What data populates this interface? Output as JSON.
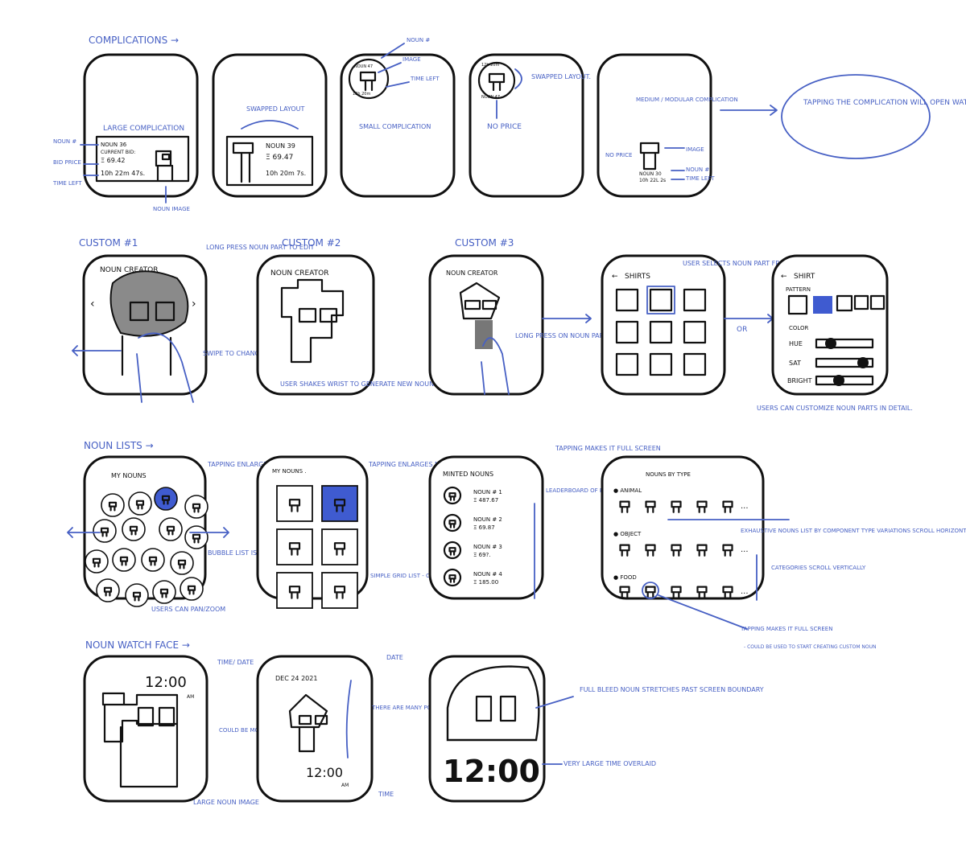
{
  "sections": {
    "complications": "COMPLICATIONS →",
    "custom1": "CUSTOM #1",
    "custom2": "CUSTOM #2",
    "custom3": "CUSTOM #3",
    "noun_lists": "NOUN LISTS →",
    "watch_face": "NOUN WATCH FACE →"
  },
  "row1": {
    "w1": {
      "title": "LARGE COMPLICATION",
      "noun": "NOUN 36",
      "current_bid": "CURRENT BID:",
      "price": "Ξ 69.42",
      "time": "10h 22m 47s.",
      "ann_noun": "NOUN #",
      "ann_bid": "BID PRICE",
      "ann_time": "TIME LEFT",
      "ann_image": "NOUN IMAGE"
    },
    "w2": {
      "swapped": "SWAPPED LAYOUT",
      "noun": "NOUN 39",
      "price": "Ξ 69.47",
      "time": "10h 20m 7s."
    },
    "w3": {
      "noun_tag": "NOUN #",
      "image_tag": "IMAGE",
      "time_tag": "TIME LEFT",
      "title": "SMALL COMPLICATION",
      "circle_top": "NOUN 47",
      "circle_bottom": "12h 20m"
    },
    "w4": {
      "swapped": "SWAPPED LAYOUT.",
      "no_price": "NO PRICE",
      "circle_top": "12h 20m",
      "circle_bottom": "NOUN 47"
    },
    "w5": {
      "title": "MEDIUM / MODULAR COMPLICATION",
      "no_price": "NO PRICE",
      "image_tag": "IMAGE",
      "noun_tag": "NOUN #",
      "time_tag": "TIME LEFT",
      "noun": "NOUN 30",
      "time": "10h 22L 2s"
    },
    "bubble": "TAPPING THE COMPLICATION WILL OPEN WATCH APP."
  },
  "row2": {
    "w1": {
      "title": "NOUN CREATOR",
      "ann_press": "LONG PRESS NOUN PART TO EDIT",
      "ann_swipe": "SWIPE TO CHANGE NOUN PART"
    },
    "w2": {
      "title": "NOUN CREATOR",
      "ann": "USER SHAKES WRIST TO GENERATE NEW NOUN COMBOS"
    },
    "w3": {
      "title": "NOUN CREATOR",
      "ann": "LONG PRESS ON NOUN PART."
    },
    "w4": {
      "title": "SHIRTS",
      "ann": "USER SELECTS NOUN PART FROM LIST."
    },
    "w5": {
      "title": "SHIRT",
      "pattern": "PATTERN",
      "color": "COLOR",
      "hue": "HUE",
      "sat": "SAT",
      "bright": "BRIGHT",
      "ann": "USERS CAN CUSTOMIZE NOUN PARTS IN DETAIL."
    },
    "or": "OR"
  },
  "row3": {
    "w1": {
      "title": "MY NOUNS",
      "ann_tap": "TAPPING ENLARGES NOUN TO FULL SCREEN",
      "ann_bubble": "BUBBLE LIST IS SIMILAR TO WATCH APP LIST",
      "ann_pan": "USERS CAN PAN/ZOOM"
    },
    "w2": {
      "title": "MY NOUNS .",
      "ann_tap": "TAPPING ENLARGES NOUN TO FULL SCREEN",
      "ann_grid": "SIMPLE GRID LIST - COULD SCROLL HORIZ OR VERTICAL"
    },
    "w3": {
      "title": "MINTED NOUNS",
      "ann_tap": "TAPPING MAKES IT FULL SCREEN",
      "ann_board": "LEADERBOARD OF EXISTING MINTED NOUNS + THEIR OWNERS & STATS",
      "rows": [
        {
          "noun": "NOUN # 1",
          "price": "Ξ 487.67"
        },
        {
          "noun": "NOUN # 2",
          "price": "Ξ 69.87"
        },
        {
          "noun": "NOUN # 3",
          "price": "Ξ 69?."
        },
        {
          "noun": "NOUN # 4",
          "price": "Ξ 185.00"
        }
      ]
    },
    "w4": {
      "title": "NOUNS BY TYPE",
      "cats": [
        "● ANIMAL",
        "● OBJECT",
        "● FOOD"
      ],
      "ann_list": "EXHAUSTIVE NOUNS LIST BY COMPONENT TYPE VARIATIONS SCROLL HORIZONTAL",
      "ann_cat": "CATEGORIES SCROLL VERTICALLY",
      "ann_tap": "TAPPING MAKES IT FULL SCREEN",
      "ann_sub": "- COULD BE USED TO START CREATING CUSTOM NOUN"
    }
  },
  "row4": {
    "w1": {
      "time": "12:00",
      "ampm": "AM",
      "ann_time": "TIME/ DATE",
      "ann_move": "COULD BE MOVING OR \"LOOKING\" OR \"BREATHING\"",
      "ann_img": "LARGE NOUN IMAGE"
    },
    "w2": {
      "date": "DEC 24   2021",
      "time": "12:00",
      "ampm": "AM",
      "ann_date": "DATE",
      "ann_cfg": "THERE ARE MANY POSSIBLE CONFIGURATIONS HERE.",
      "ann_time": "TIME"
    },
    "w3": {
      "time": "12:00",
      "ann_bleed": "FULL BLEED NOUN STRETCHES PAST SCREEN BOUNDARY",
      "ann_big": "VERY LARGE TIME OVERLAID"
    }
  },
  "colors": {
    "annotation": "#4760c4",
    "ink": "#111111",
    "fill": "#3f5bd0"
  }
}
